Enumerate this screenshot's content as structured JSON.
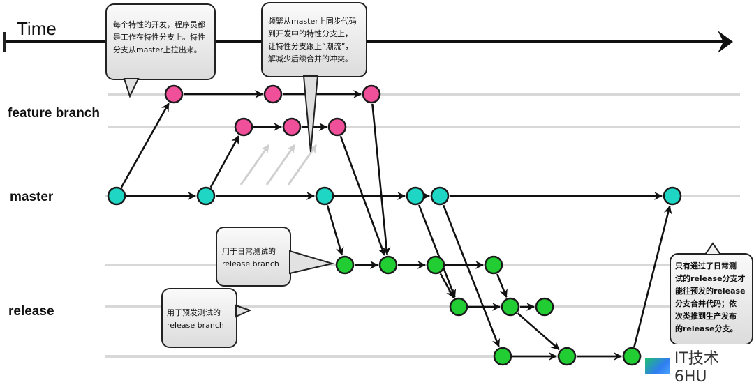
{
  "title": "Time",
  "lanes": {
    "feature": "feature branch",
    "master": "master",
    "release": "release"
  },
  "callouts": {
    "feature_dev": [
      "每个特性的开发，程序员都",
      "是工作在特性分支上。特性",
      "分支从master上拉出来。"
    ],
    "sync_master": [
      "频繁从master上同步代码",
      "到开发中的特性分支上，",
      "让特性分支跟上“潮流”，",
      "解减少后续合并的冲突。"
    ],
    "daily_test": [
      "用于日常测试的",
      "release branch"
    ],
    "pre_release": [
      "用于预发测试的",
      "release branch"
    ],
    "promotion": [
      "只有通过了日常测",
      "试的release分支才",
      "能往预发的release",
      "分支合并代码；依",
      "次类推到生产发布",
      "的release分支。"
    ]
  },
  "watermark": "IT技术6HU",
  "colors": {
    "feature_node": "#f0509a",
    "master_node": "#1fd6c4",
    "release_node": "#22cc33",
    "line": "#111111",
    "lane_guide": "#d8d8d8",
    "sync_arrow": "#d0d0d0"
  },
  "graph": {
    "nodes": [
      {
        "id": "f1a",
        "lane": "feature-1",
        "type": "feature"
      },
      {
        "id": "f1b",
        "lane": "feature-1",
        "type": "feature"
      },
      {
        "id": "f1c",
        "lane": "feature-1",
        "type": "feature"
      },
      {
        "id": "f2a",
        "lane": "feature-2",
        "type": "feature"
      },
      {
        "id": "f2b",
        "lane": "feature-2",
        "type": "feature"
      },
      {
        "id": "f2c",
        "lane": "feature-2",
        "type": "feature"
      },
      {
        "id": "m1",
        "lane": "master",
        "type": "master"
      },
      {
        "id": "m2",
        "lane": "master",
        "type": "master"
      },
      {
        "id": "m3",
        "lane": "master",
        "type": "master"
      },
      {
        "id": "m4",
        "lane": "master",
        "type": "master"
      },
      {
        "id": "m5",
        "lane": "master",
        "type": "master"
      },
      {
        "id": "m6",
        "lane": "master",
        "type": "master"
      },
      {
        "id": "r1a",
        "lane": "release-1",
        "type": "release"
      },
      {
        "id": "r1b",
        "lane": "release-1",
        "type": "release"
      },
      {
        "id": "r1c",
        "lane": "release-1",
        "type": "release"
      },
      {
        "id": "r1d",
        "lane": "release-1",
        "type": "release"
      },
      {
        "id": "r2a",
        "lane": "release-2",
        "type": "release"
      },
      {
        "id": "r2b",
        "lane": "release-2",
        "type": "release"
      },
      {
        "id": "r2c",
        "lane": "release-2",
        "type": "release"
      },
      {
        "id": "r3a",
        "lane": "release-3",
        "type": "release"
      },
      {
        "id": "r3b",
        "lane": "release-3",
        "type": "release"
      },
      {
        "id": "r3c",
        "lane": "release-3",
        "type": "release"
      }
    ],
    "edges": [
      [
        "m1",
        "f1a"
      ],
      [
        "f1a",
        "f1b"
      ],
      [
        "f1b",
        "f1c"
      ],
      [
        "m2",
        "f2a"
      ],
      [
        "f2a",
        "f2b"
      ],
      [
        "f2b",
        "f2c"
      ],
      [
        "m1",
        "m2"
      ],
      [
        "m2",
        "m3"
      ],
      [
        "m3",
        "m4"
      ],
      [
        "m4",
        "m5"
      ],
      [
        "m5",
        "m6"
      ],
      [
        "m3",
        "r1a"
      ],
      [
        "f1c",
        "r1b"
      ],
      [
        "f2c",
        "r1b"
      ],
      [
        "r1a",
        "r1b"
      ],
      [
        "r1b",
        "r1c"
      ],
      [
        "r1c",
        "r1d"
      ],
      [
        "m4",
        "r2a"
      ],
      [
        "r1c",
        "r2a"
      ],
      [
        "r2a",
        "r2b"
      ],
      [
        "r1d",
        "r2b"
      ],
      [
        "r2b",
        "r2c"
      ],
      [
        "m5",
        "r3a"
      ],
      [
        "r2b",
        "r3b"
      ],
      [
        "r3a",
        "r3b"
      ],
      [
        "r3b",
        "r3c"
      ],
      [
        "r3c",
        "m6"
      ]
    ]
  }
}
